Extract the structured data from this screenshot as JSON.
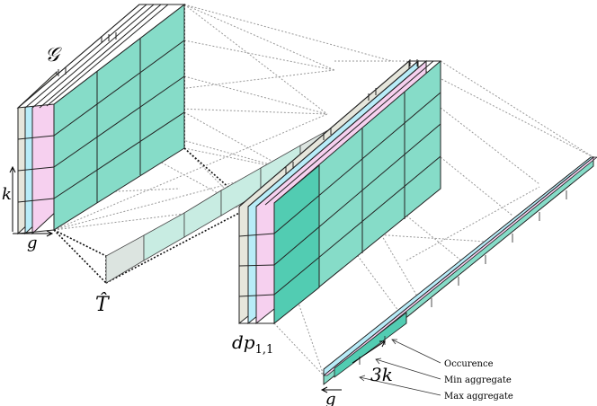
{
  "labels": {
    "g_top": "𝒢",
    "k_left": "k",
    "g_left": "g",
    "t_hat": "T̂",
    "dp_main": "dp",
    "dp_sub": "1,1",
    "three_k": "3k",
    "g_bottom": "g"
  },
  "legend": {
    "occurence": "Occurence",
    "min_aggregate": "Min aggregate",
    "max_aggregate": "Max aggregate"
  },
  "colors": {
    "gray": "#e6e6dc",
    "blue": "#b8ecf8",
    "pink": "#f6d0ef",
    "teal": "#86dcc8",
    "teal_dark": "#52ccb2",
    "flat_gray": "#dce4e0",
    "flat_teal": "#c8ece2"
  }
}
